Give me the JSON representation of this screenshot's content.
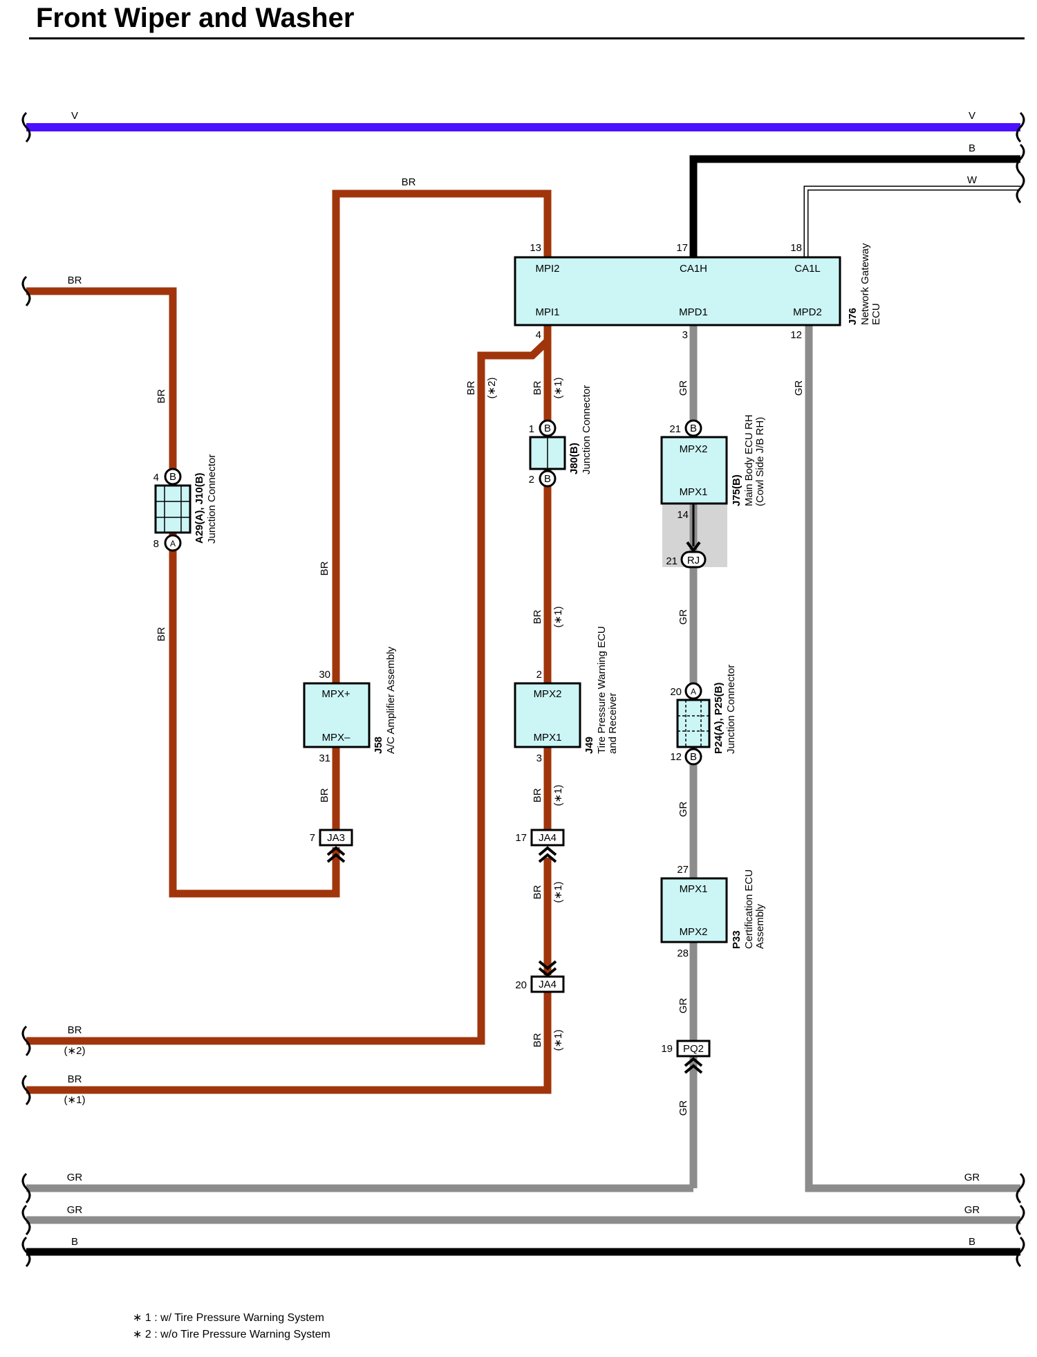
{
  "title": "Front Wiper and Washer",
  "colors": {
    "violet": "#4b10ff",
    "brown": "#a0350b",
    "gray": "#8c8c8c",
    "black": "#000000",
    "white_wire": "#ffffff",
    "component_fill": "#ccf5f5",
    "shade": "#d4d4d4"
  },
  "wire_labels": {
    "v_left": "V",
    "v_right": "V",
    "b_top": "B",
    "w_top": "W",
    "br_top": "BR",
    "br_left": "BR",
    "br_a29_upper": "BR",
    "br_a29_lower": "BR",
    "br_j58_upper": "BR",
    "br_j58_lower": "BR",
    "br_star2_vert": "BR",
    "star2_vert": "(∗2)",
    "br_j80_upper": "BR",
    "star1_j80_upper": "(∗1)",
    "br_j49_upper": "BR",
    "star1_j49_upper": "(∗1)",
    "br_j49_lower": "BR",
    "star1_j49_lower": "(∗1)",
    "br_ja4_mid": "BR",
    "star1_ja4_mid": "(∗1)",
    "br_ja4_bottom": "BR",
    "star1_ja4_bottom": "(∗1)",
    "gr_j76_3": "GR",
    "gr_j76_12": "GR",
    "gr_rj": "GR",
    "gr_p24": "GR",
    "gr_p33": "GR",
    "gr_pq2": "GR",
    "br_bottom1": "BR",
    "star2_bottom1": "(∗2)",
    "br_bottom2": "BR",
    "star1_bottom2": "(∗1)",
    "gr_bus1_left": "GR",
    "gr_bus1_right": "GR",
    "gr_bus2_left": "GR",
    "gr_bus2_right": "GR",
    "b_bus_left": "B",
    "b_bus_right": "B"
  },
  "components": {
    "j76": {
      "code": "J76",
      "name1": "Network Gateway",
      "name2": "ECU",
      "pin_mpi2": "MPI2",
      "pin_ca1h": "CA1H",
      "pin_ca1l": "CA1L",
      "pin_mpi1": "MPI1",
      "pin_mpd1": "MPD1",
      "pin_mpd2": "MPD2",
      "n13": "13",
      "n17": "17",
      "n18": "18",
      "n4": "4",
      "n3": "3",
      "n12": "12"
    },
    "a29": {
      "code": "A29(A), J10(B)",
      "name": "Junction Connector",
      "n4": "4",
      "n8": "8",
      "top_letter": "B",
      "bottom_letter": "A"
    },
    "j80": {
      "code": "J80(B)",
      "name": "Junction Connector",
      "n1": "1",
      "n2": "2",
      "top_letter": "B",
      "bottom_letter": "B"
    },
    "j75": {
      "code": "J75(B)",
      "name1": "Main Body ECU RH",
      "name2": "(Cowl Side J/B RH)",
      "pin_top": "MPX2",
      "pin_bottom": "MPX1",
      "n21": "21",
      "n14": "14",
      "top_letter": "B"
    },
    "rj": {
      "label": "RJ",
      "n21": "21"
    },
    "j58": {
      "code": "J58",
      "name": "A/C Amplifier Assembly",
      "pin_top": "MPX+",
      "pin_bottom": "MPX–",
      "n30": "30",
      "n31": "31"
    },
    "j49": {
      "code": "J49",
      "name1": "Tire Pressure Warning ECU",
      "name2": "and Receiver",
      "pin_top": "MPX2",
      "pin_bottom": "MPX1",
      "n2": "2",
      "n3": "3"
    },
    "p24": {
      "code": "P24(A), P25(B)",
      "name": "Junction Connector",
      "n20": "20",
      "n12": "12",
      "top_letter": "A",
      "bottom_letter": "B"
    },
    "p33": {
      "code": "P33",
      "name1": "Certification ECU",
      "name2": "Assembly",
      "pin_top": "MPX1",
      "pin_bottom": "MPX2",
      "n27": "27",
      "n28": "28"
    },
    "ja3": {
      "label": "JA3",
      "n": "7"
    },
    "ja4_top": {
      "label": "JA4",
      "n": "17"
    },
    "ja4_bottom": {
      "label": "JA4",
      "n": "20"
    },
    "pq2": {
      "label": "PQ2",
      "n": "19"
    }
  },
  "notes": {
    "note1": "∗ 1 : w/ Tire Pressure Warning System",
    "note2": "∗ 2 : w/o Tire Pressure Warning System"
  }
}
